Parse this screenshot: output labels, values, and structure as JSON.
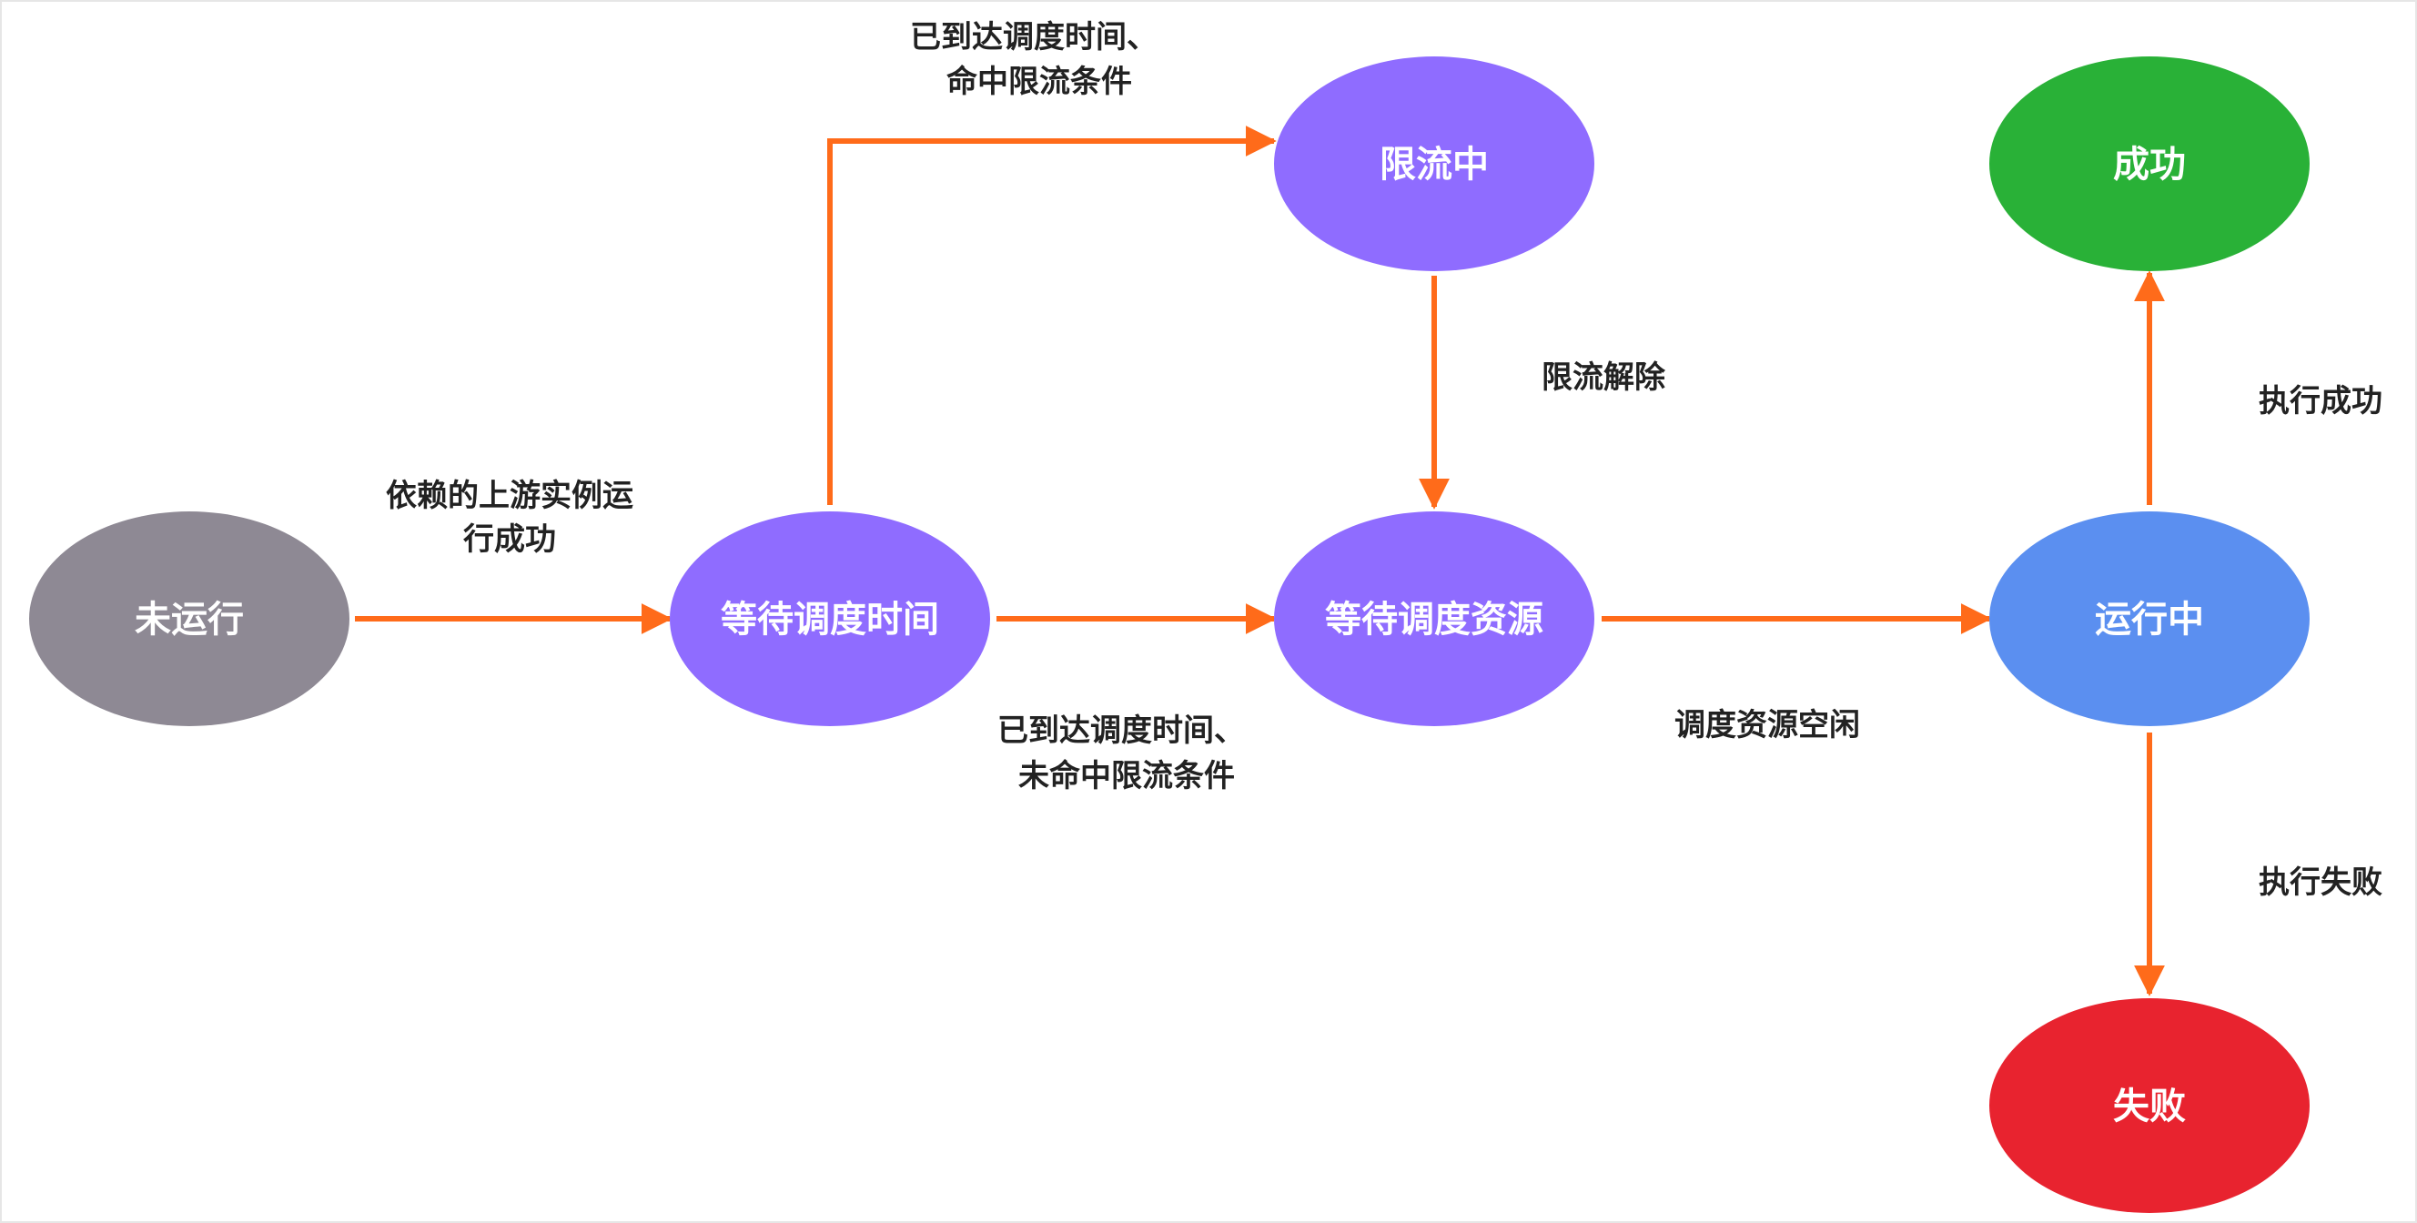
{
  "colors": {
    "not_run": "#8e8994",
    "purple": "#8f6cff",
    "running": "#5b8ff0",
    "success": "#29b137",
    "failure": "#e8232f",
    "arrow": "#ff6b1a"
  },
  "nodes": {
    "not_run": "未运行",
    "waiting_time": "等待调度时间",
    "rate_limited": "限流中",
    "waiting_resource": "等待调度资源",
    "running": "运行中",
    "success": "成功",
    "failure": "失败"
  },
  "edges": {
    "upstream_success": [
      "依赖的上游实例运",
      "行成功"
    ],
    "time_reached_limit_hit": [
      "已到达调度时间、",
      "命中限流条件"
    ],
    "time_reached_limit_miss": [
      "已到达调度时间、",
      "未命中限流条件"
    ],
    "limit_released": "限流解除",
    "resource_idle": "调度资源空闲",
    "exec_success": "执行成功",
    "exec_failure": "执行失败"
  }
}
